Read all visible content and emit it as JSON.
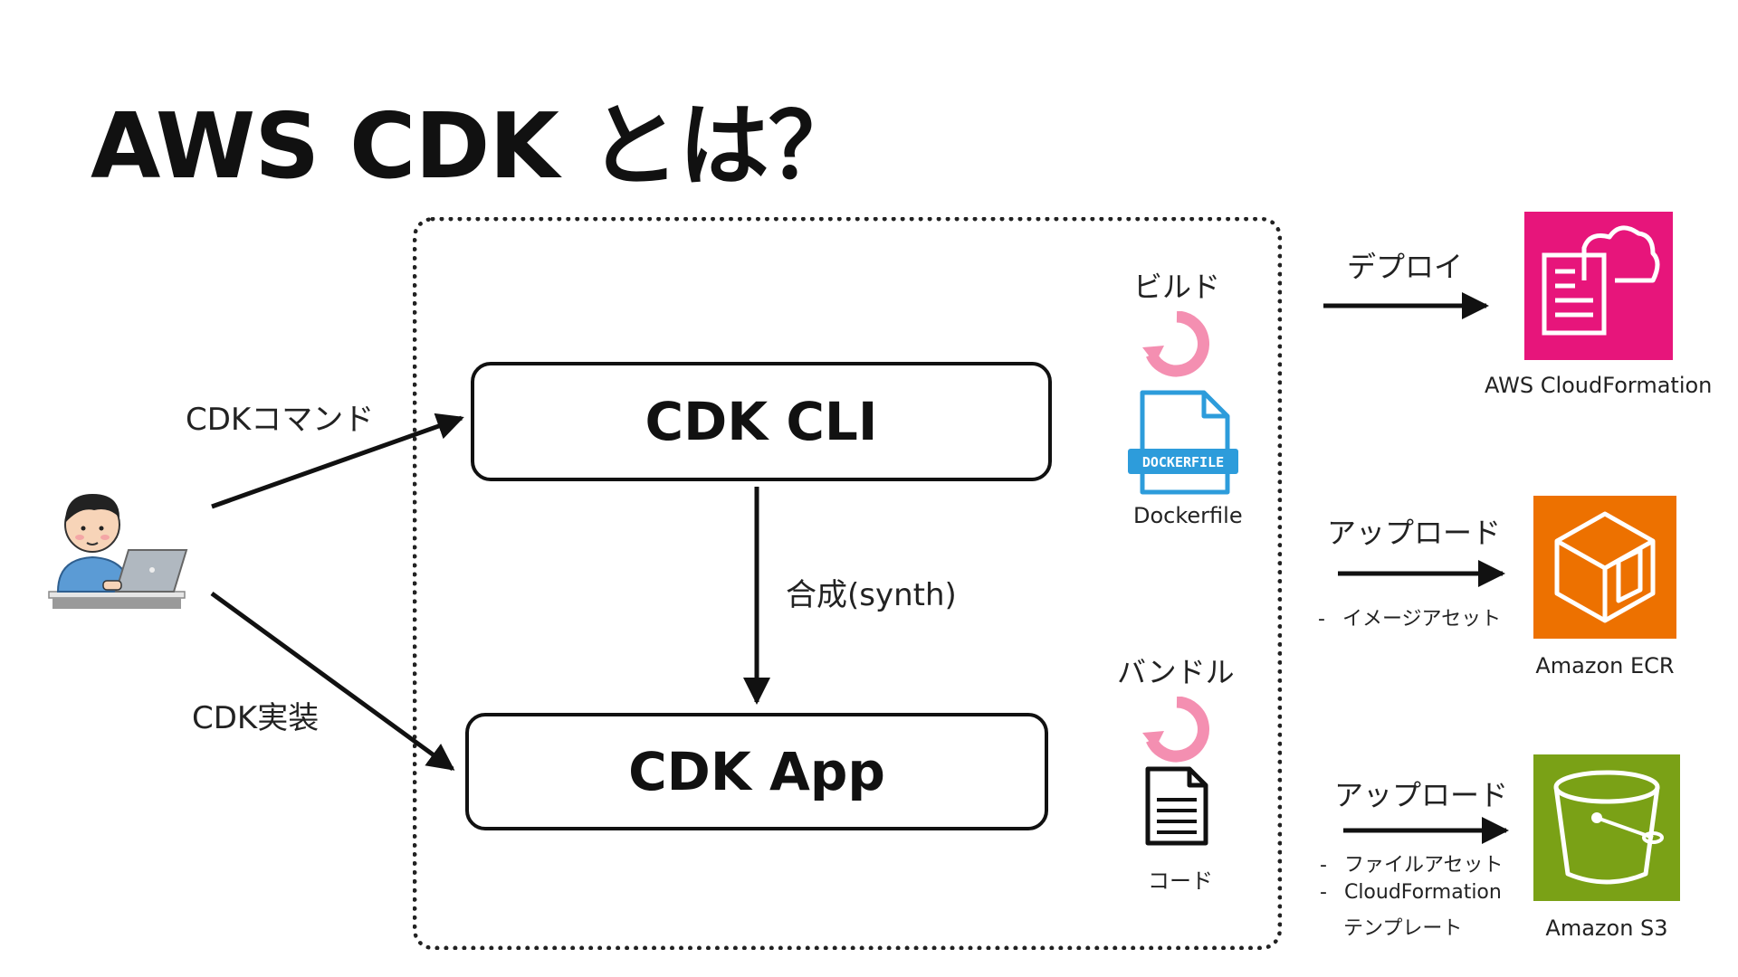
{
  "title": "AWS CDK とは？",
  "left": {
    "cmd_label": "CDKコマンド",
    "impl_label": "CDK実装"
  },
  "boxes": {
    "cli": "CDK CLI",
    "app": "CDK App",
    "synth_label": "合成(synth)"
  },
  "middle": {
    "build_label": "ビルド",
    "dockerfile_badge": "DOCKERFILE",
    "dockerfile_caption": "Dockerfile",
    "bundle_label": "バンドル",
    "code_caption": "コード"
  },
  "right": {
    "deploy_label": "デプロイ",
    "upload_label_1": "アップロード",
    "upload_sub_1": "イメージアセット",
    "upload_label_2": "アップロード",
    "upload_sub_2a": "ファイルアセット",
    "upload_sub_2b": "CloudFormation",
    "upload_sub_2c": "テンプレート",
    "bullet": "-"
  },
  "services": {
    "cfn": {
      "name": "AWS CloudFormation",
      "color": "#e7157b"
    },
    "ecr": {
      "name": "Amazon ECR",
      "color": "#ed7100"
    },
    "s3": {
      "name": "Amazon S3",
      "color": "#7aa116"
    }
  },
  "colors": {
    "cycle": "#f48fb1",
    "docker": "#2d9cdb"
  }
}
